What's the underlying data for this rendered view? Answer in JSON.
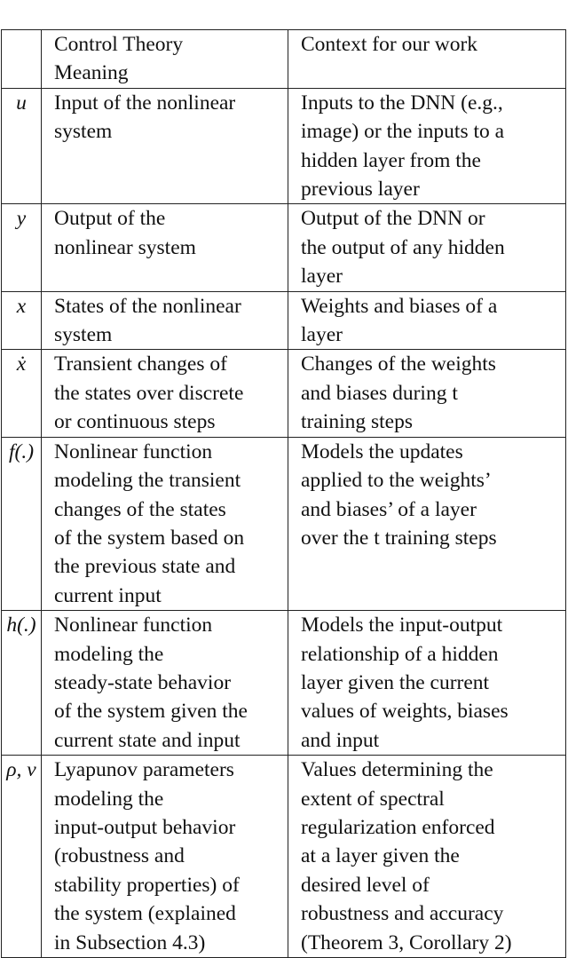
{
  "header": [
    "",
    "Control Theory\nMeaning",
    "Context for our work"
  ],
  "rows": [
    {
      "symbol": "u",
      "meaning": [
        "Input of the nonlinear",
        "system"
      ],
      "context": [
        "Inputs to the DNN (e.g.,",
        "image) or the inputs to a",
        "hidden layer from the",
        "previous layer"
      ]
    },
    {
      "symbol": "y",
      "meaning": [
        "Output of the",
        "nonlinear system"
      ],
      "context": [
        "Output of the DNN or",
        "the output of any hidden",
        "layer"
      ]
    },
    {
      "symbol": "x",
      "meaning": [
        "States of the nonlinear",
        "system"
      ],
      "context": [
        "Weights and biases of a",
        "layer"
      ]
    },
    {
      "symbol": "ẋ",
      "meaning": [
        "Transient changes of",
        "the states over discrete",
        "or continuous steps"
      ],
      "context": [
        "Changes of the weights",
        "and biases during t",
        "training steps"
      ]
    },
    {
      "symbol": "f(.)",
      "meaning": [
        "Nonlinear function",
        "modeling the transient",
        "changes of the states",
        "of the system based on",
        "the previous state and",
        "current input"
      ],
      "context": [
        "Models the updates",
        "applied to the weights’",
        "and biases’ of a layer",
        "over the t training steps"
      ]
    },
    {
      "symbol": "h(.)",
      "meaning": [
        "Nonlinear function",
        "modeling the",
        "steady-state behavior",
        "of the system given the",
        "current state and input"
      ],
      "context": [
        "Models the input-output",
        "relationship of a hidden",
        "layer given the current",
        "values of weights, biases",
        "and input"
      ]
    },
    {
      "symbol": "ρ, ν",
      "meaning": [
        "Lyapunov parameters",
        "modeling the",
        "input-output behavior",
        "(robustness and",
        "stability properties) of",
        "the system (explained",
        "in Subsection 4.3)"
      ],
      "context": [
        "Values determining the",
        "extent of spectral",
        "regularization enforced",
        "at a layer given the",
        "desired level of",
        "robustness and accuracy",
        "(Theorem 3, Corollary 2)"
      ]
    }
  ]
}
